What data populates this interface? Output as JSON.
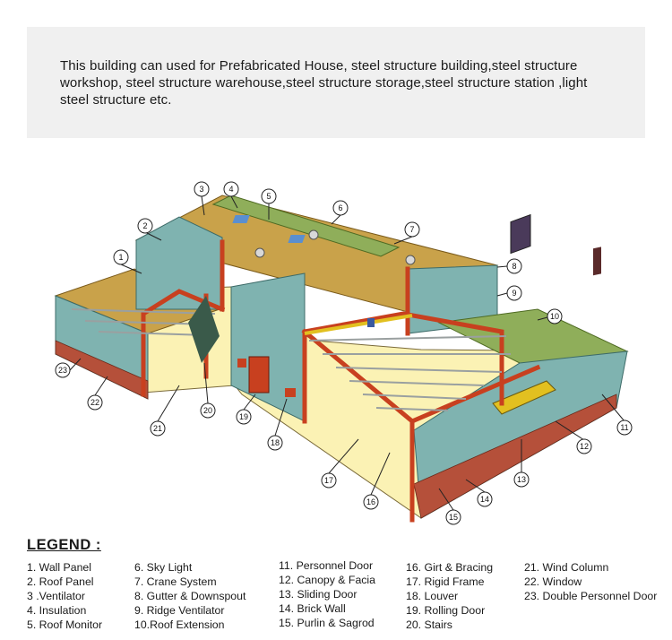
{
  "intro": {
    "text": "This building can used for Prefabricated House, steel structure building,steel structure workshop, steel structure warehouse,steel structure storage,steel structure station ,light steel structure etc."
  },
  "callouts": [
    "1",
    "2",
    "3",
    "4",
    "5",
    "6",
    "7",
    "8",
    "9",
    "10",
    "11",
    "12",
    "13",
    "14",
    "15",
    "16",
    "17",
    "18",
    "19",
    "20",
    "21",
    "22",
    "23"
  ],
  "legend": {
    "title": "LEGEND :",
    "columns": [
      [
        "1. Wall Panel",
        "2. Roof Panel",
        "3 .Ventilator",
        "4. Insulation",
        "5. Roof Monitor"
      ],
      [
        "6.  Sky Light",
        "7.  Crane System",
        "8.  Gutter & Downspout",
        "9.  Ridge Ventilator",
        "10.Roof Extension"
      ],
      [
        "11. Personnel Door",
        "12. Canopy & Facia",
        "13. Sliding Door",
        "14. Brick Wall",
        "15. Purlin & Sagrod"
      ],
      [
        "16. Girt & Bracing",
        "17. Rigid Frame",
        "18. Louver",
        "19. Rolling Door",
        "20. Stairs"
      ],
      [
        "21. Wind Column",
        "22. Window",
        "23. Double Personnel Door"
      ]
    ]
  },
  "colors": {
    "wall_panel": "#7fb3b0",
    "roof_panel": "#c9a24a",
    "frame": "#c8401f",
    "floor": "#fbf2b4",
    "brick": "#b5503a",
    "purlin": "#e8e8e8"
  }
}
